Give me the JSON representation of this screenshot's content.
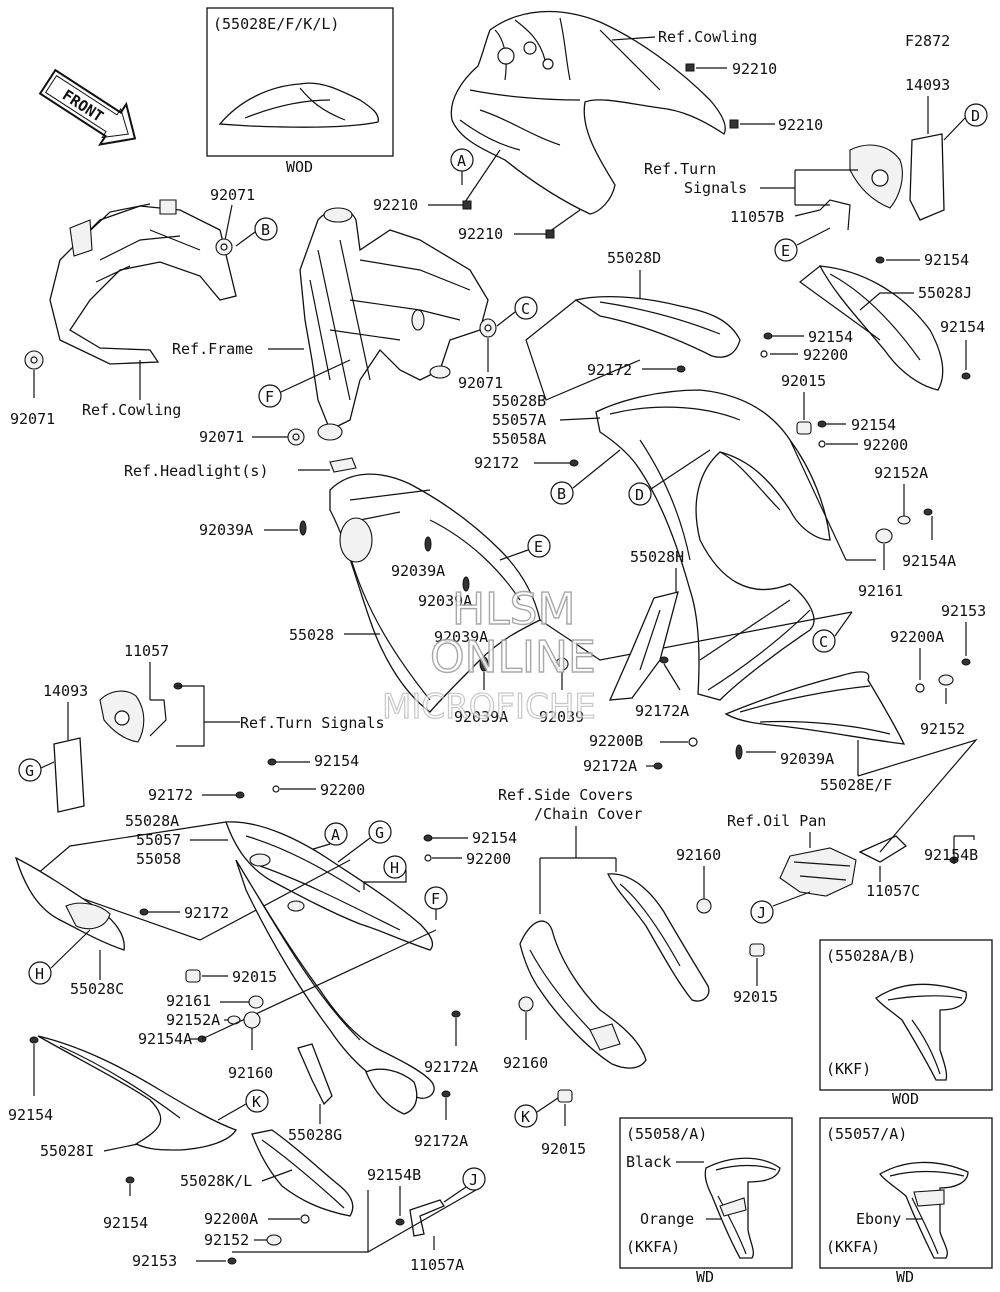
{
  "figure_code": "F2872",
  "front_label": "FRONT",
  "callout_letters": [
    "A",
    "B",
    "C",
    "D",
    "E",
    "F",
    "G",
    "H",
    "J",
    "K"
  ],
  "refs": {
    "cowling_top": "Ref.Cowling",
    "cowling_left": "Ref.Cowling",
    "frame": "Ref.Frame",
    "headlight": "Ref.Headlight(s)",
    "turn_signals_top_1": "Ref.Turn",
    "turn_signals_top_2": "Signals",
    "turn_signals_left": "Ref.Turn Signals",
    "side_covers_1": "Ref.Side Covers",
    "side_covers_2": "/Chain Cover",
    "oil_pan": "Ref.Oil Pan"
  },
  "parts": {
    "p92210_a": "92210",
    "p92210_b": "92210",
    "p92210_c": "92210",
    "p92210_d": "92210",
    "p14093_top": "14093",
    "p11057b": "11057B",
    "p92071_a": "92071",
    "p92071_b": "92071",
    "p92071_c": "92071",
    "p92071_d": "92071",
    "p55028d": "55028D",
    "p92154_a": "92154",
    "p55028j": "55028J",
    "p92154_b": "92154",
    "p92154_c": "92154",
    "p92200_a": "92200",
    "p92172_a": "92172",
    "p92015_a": "92015",
    "p55028b": "55028B",
    "p55057a": "55057A",
    "p55058a": "55058A",
    "p92154_d": "92154",
    "p92200_b": "92200",
    "p92172_b": "92172",
    "p92152a_a": "92152A",
    "p92154a_a": "92154A",
    "p92161_a": "92161",
    "p92039a_a": "92039A",
    "p92039a_b": "92039A",
    "p92039a_c": "92039A",
    "p92039a_d": "92039A",
    "p92039": "92039",
    "p55028": "55028",
    "p55028h": "55028H",
    "p92172a_a": "92172A",
    "p92153_a": "92153",
    "p92200a_a": "92200A",
    "p92152_a": "92152",
    "p92200b": "92200B",
    "p92172a_b": "92172A",
    "p92039a_e": "92039A",
    "p55028ef": "55028E/F",
    "p11057": "11057",
    "p14093_left": "14093",
    "p92154_e": "92154",
    "p92200_c": "92200",
    "p92172_c": "92172",
    "p55028a": "55028A",
    "p55057": "55057",
    "p55058": "55058",
    "p92154_f": "92154",
    "p92200_d": "92200",
    "p92172_d": "92172",
    "p55028c": "55028C",
    "p92015_b": "92015",
    "p92161_b": "92161",
    "p92152a_b": "92152A",
    "p92154a_b": "92154A",
    "p92160_a": "92160",
    "p92154_g": "92154",
    "p55028i": "55028I",
    "p55028g": "55028G",
    "p92172a_c": "92172A",
    "p92172a_d": "92172A",
    "p92154_h": "92154",
    "p55028kl": "55028K/L",
    "p92154b_a": "92154B",
    "p92200a_b": "92200A",
    "p92152_b": "92152",
    "p92153_b": "92153",
    "p11057a": "11057A",
    "p92160_b": "92160",
    "p92160_c": "92160",
    "p92015_c": "92015",
    "p92015_d": "92015",
    "p92154b_b": "92154B",
    "p11057c": "11057C"
  },
  "insets": {
    "top_left": {
      "title": "(55028E/F/K/L)",
      "footer": "WOD"
    },
    "right_kkf": {
      "title": "(55028A/B)",
      "variant": "(KKF)",
      "footer": "WOD"
    },
    "bottom_mid": {
      "title": "(55058/A)",
      "color_1": "Black",
      "color_2": "Orange",
      "variant": "(KKFA)",
      "footer": "WD"
    },
    "bottom_right": {
      "title": "(55057/A)",
      "color_1": "Ebony",
      "variant": "(KKFA)",
      "footer": "WD"
    }
  },
  "watermark": {
    "line1": "HLSM",
    "line2": "ONLINE",
    "line3": "MICROFICHE"
  }
}
